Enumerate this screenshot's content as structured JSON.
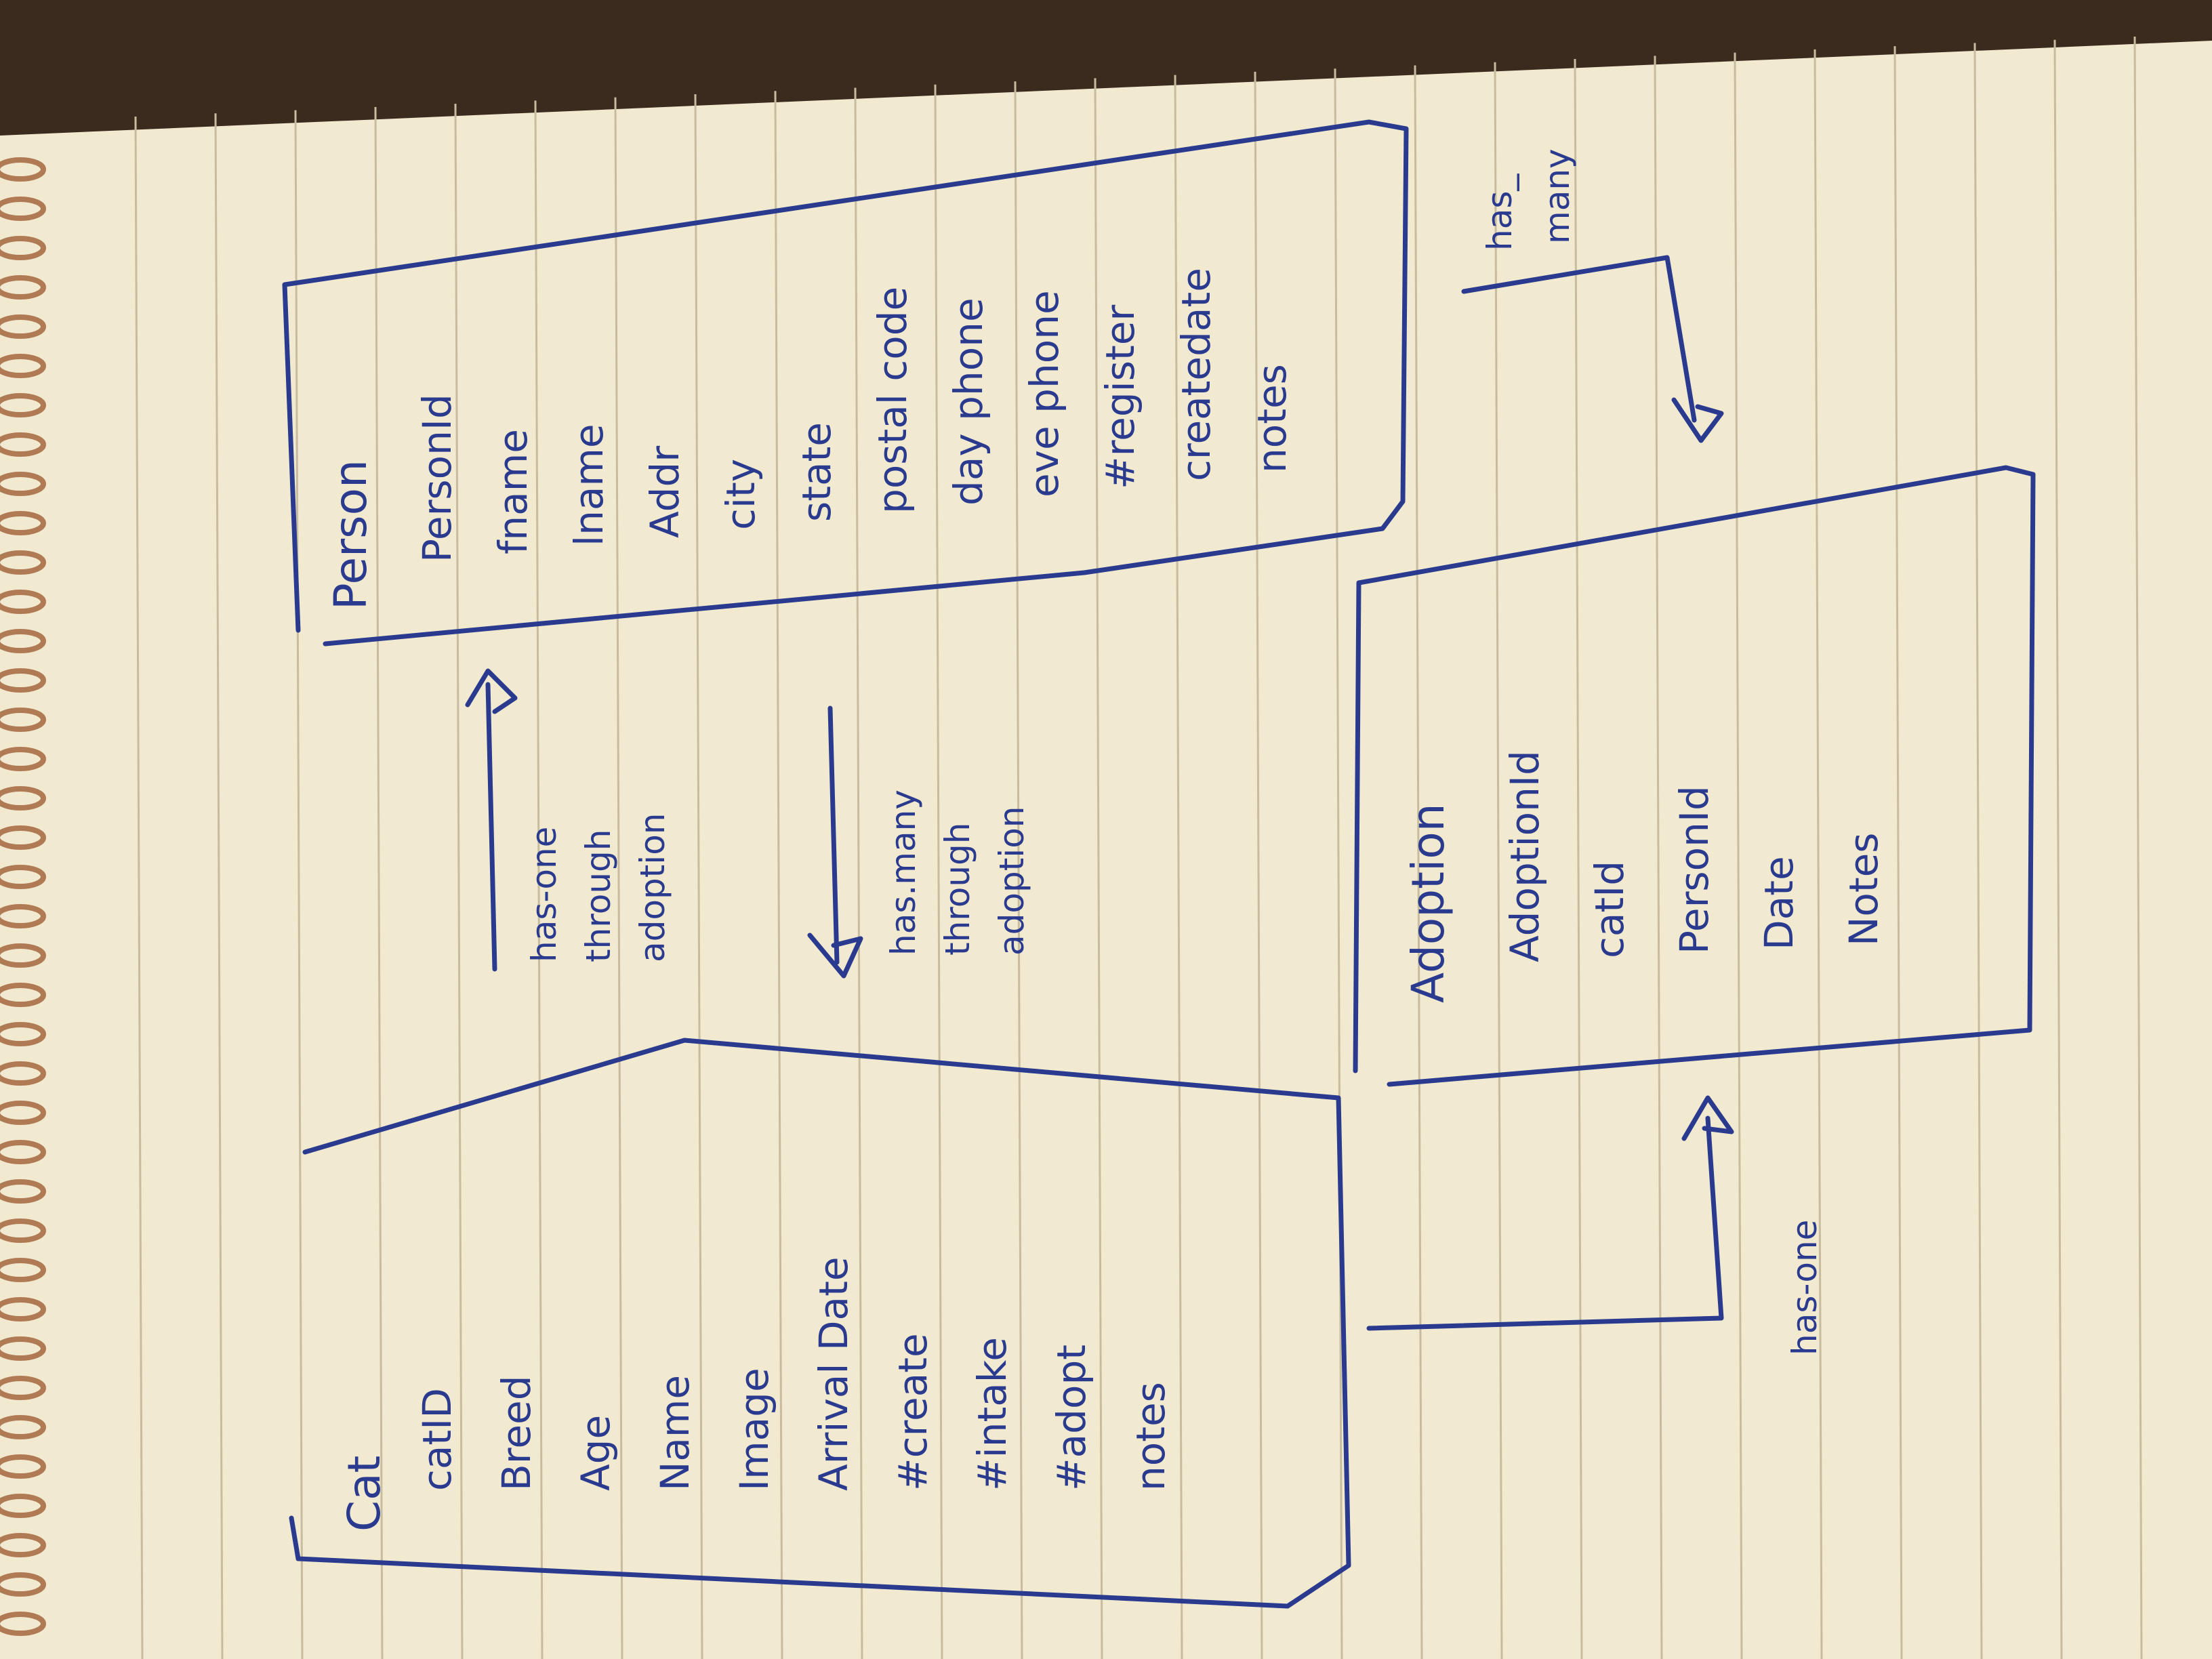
{
  "diagram": {
    "cat": {
      "title": "Cat",
      "fields": [
        "catID",
        "Breed",
        "Age",
        "Name",
        "Image",
        "Arrival Date",
        "#create",
        "#intake",
        "#adopt",
        "notes"
      ]
    },
    "person": {
      "title": "Person",
      "fields": [
        "PersonId",
        "fname",
        "lname",
        "Addr",
        "city",
        "state",
        "postal code",
        "day phone",
        "eve phone",
        "#register",
        "createdate",
        "notes"
      ]
    },
    "adoption": {
      "title": "Adoption",
      "fields": [
        "AdoptionId",
        "catId",
        "PersonId",
        "Date",
        "Notes"
      ]
    },
    "relations": {
      "cat_to_person": [
        "has-one",
        "through",
        "adoption"
      ],
      "person_to_cat": [
        "has.many",
        "through",
        "adoption"
      ],
      "person_to_adoption": [
        "has_",
        "many"
      ],
      "cat_to_adoption": [
        "has-one"
      ]
    }
  },
  "colors": {
    "ink": "#2a3a8f",
    "paper": "#f1ead0",
    "lines": "#b8ae95",
    "table": "#3b2a1e",
    "ring": "#b07a55"
  }
}
